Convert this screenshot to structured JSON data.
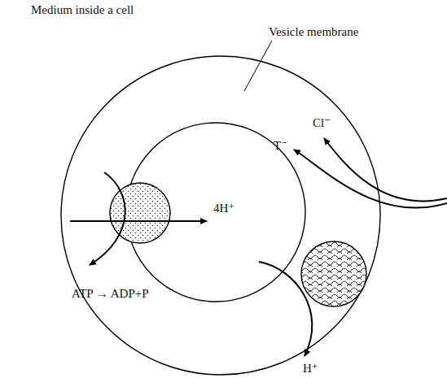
{
  "diagram": {
    "labels": [
      "Medium inside a cell",
      "Vesicle membrane",
      "4H⁺",
      "ATP → ADP+P",
      "Cl⁻",
      "T⁻",
      "H⁺"
    ]
  }
}
